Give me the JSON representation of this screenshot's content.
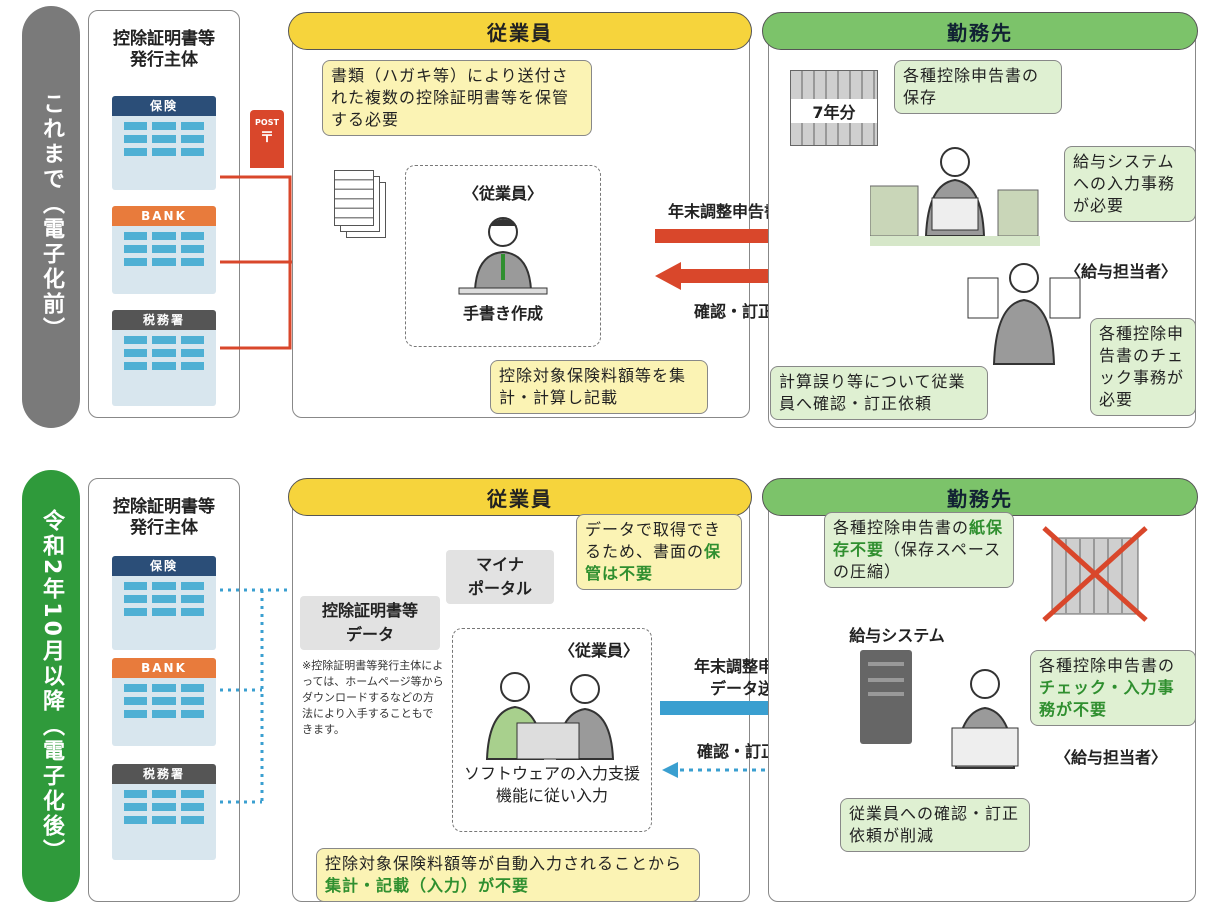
{
  "before": {
    "side_label": "これまで（電子化前）",
    "issuer_title": "控除証明書等\n発行主体",
    "buildings": {
      "insurance": "保険",
      "bank": "BANK",
      "tax_office": "税務署"
    },
    "post_label": "POST",
    "employee_header": "従業員",
    "employer_header": "勤務先",
    "bubble_documents": "書類（ハガキ等）により送付された複数の控除証明書等を保管する必要",
    "employee_box_title": "〈従業員〉",
    "employee_box_caption": "手書き作成",
    "bubble_calc": "控除対象保険料額等を集計・計算し記載",
    "arrow_submit": "年末調整申告書提出",
    "arrow_confirm": "確認・訂正依頼",
    "binder_label": "7年分",
    "bubble_storage": "各種控除申告書の保存",
    "bubble_input": "給与システムへの入力事務が必要",
    "payroll_staff": "〈給与担当者〉",
    "bubble_check": "各種控除申告書のチェック事務が必要",
    "bubble_errors": "計算誤り等について従業員へ確認・訂正依頼"
  },
  "after": {
    "side_label": "令和2年10月以降（電子化後）",
    "issuer_title": "控除証明書等\n発行主体",
    "buildings": {
      "insurance": "保険",
      "bank": "BANK",
      "tax_office": "税務署"
    },
    "employee_header": "従業員",
    "employer_header": "勤務先",
    "mynaportal": "マイナ\nポータル",
    "data_label": "控除証明書等\nデータ",
    "data_note": "※控除証明書等発行主体によっては、ホームページ等からダウンロードするなどの方法により入手することもできます。",
    "bubble_no_storage_pre": "データで取得できるため、書面の",
    "bubble_no_storage_hl": "保管は不要",
    "employee_box_title": "〈従業員〉",
    "employee_box_caption": "ソフトウェアの入力支援機能に従い入力",
    "bubble_auto_pre": "控除対象保険料額等が自動入力されることから",
    "bubble_auto_hl": "集計・記載（入力）が不要",
    "arrow_send": "年末調整申告書\nデータ送信",
    "arrow_confirm": "確認・訂正依頼",
    "bubble_paper_pre": "各種控除申告書の",
    "bubble_paper_hl": "紙保存不要",
    "bubble_paper_post": "（保存スペースの圧縮）",
    "payroll_system": "給与システム",
    "bubble_check_pre": "各種控除申告書の",
    "bubble_check_hl": "チェック・入力事務が不要",
    "payroll_staff": "〈給与担当者〉",
    "bubble_reduced": "従業員への確認・訂正依頼が削減"
  },
  "colors": {
    "accent_red": "#d9472b",
    "accent_blue": "#3a9fd0",
    "highlight_green": "#2f8f2f",
    "header_yellow": "#f6d43c",
    "header_green": "#7cc36a"
  }
}
